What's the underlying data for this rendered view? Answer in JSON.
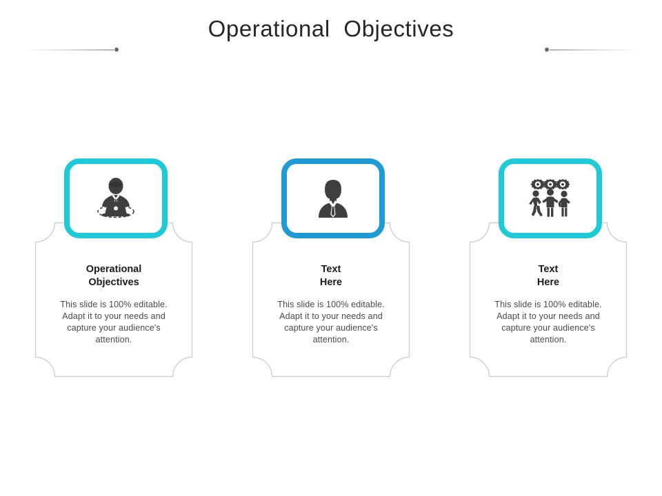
{
  "slide": {
    "title": "Operational  Objectives",
    "background_color": "#ffffff",
    "title_color": "#262626"
  },
  "decorations": {
    "left_rule": {
      "name": "left-decorative-rule",
      "dot_color": "#6b6b6b",
      "line_color": "#9a9a9a"
    },
    "right_rule": {
      "name": "right-decorative-rule",
      "dot_color": "#6b6b6b",
      "line_color": "#9a9a9a"
    }
  },
  "cards": [
    {
      "id": "card-1",
      "icon": "person-at-laptop-icon",
      "accent_color": "#1ec9d8",
      "heading": "Operational\nObjectives",
      "body": "This slide is 100% editable. Adapt it to your needs and capture your audience's attention.",
      "frame_color": "#cfcfcf"
    },
    {
      "id": "card-2",
      "icon": "businessman-bust-icon",
      "accent_color": "#1f9ad4",
      "heading": "Text\nHere",
      "body": "This slide is 100% editable. Adapt it to your needs and capture your audience's attention.",
      "frame_color": "#cfcfcf"
    },
    {
      "id": "card-3",
      "icon": "team-with-gears-icon",
      "accent_color": "#1ec9d8",
      "heading": "Text\nHere",
      "body": "This slide is 100% editable. Adapt it to your needs and capture your audience's attention.",
      "frame_color": "#cfcfcf"
    }
  ],
  "icon_fill_color": "#3f3f3f"
}
